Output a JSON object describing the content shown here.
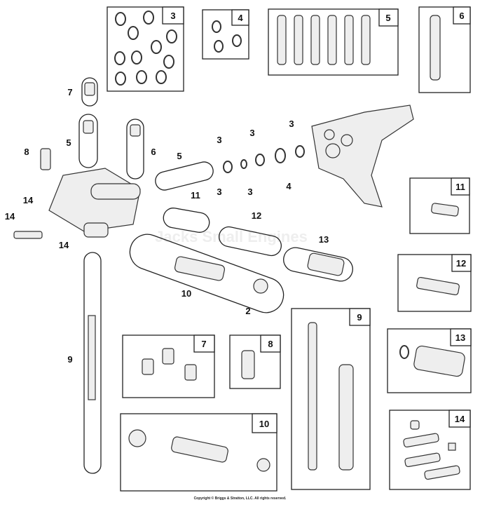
{
  "title": "",
  "copyright": "Copyright © Briggs & Stratton, LLC. All rights reserved.",
  "watermark": "Jacks Small Engines",
  "inset_boxes": [
    {
      "number": "3"
    },
    {
      "number": "4"
    },
    {
      "number": "5"
    },
    {
      "number": "6"
    },
    {
      "number": "11"
    },
    {
      "number": "12"
    },
    {
      "number": "13"
    },
    {
      "number": "14"
    },
    {
      "number": "9"
    },
    {
      "number": "7"
    },
    {
      "number": "8"
    },
    {
      "number": "10"
    }
  ],
  "callouts": [
    {
      "number": "7"
    },
    {
      "number": "5"
    },
    {
      "number": "8"
    },
    {
      "number": "6"
    },
    {
      "number": "14"
    },
    {
      "number": "14"
    },
    {
      "number": "14"
    },
    {
      "number": "9"
    },
    {
      "number": "5"
    },
    {
      "number": "11"
    },
    {
      "number": "12"
    },
    {
      "number": "13"
    },
    {
      "number": "10"
    },
    {
      "number": "2"
    },
    {
      "number": "3"
    },
    {
      "number": "3"
    },
    {
      "number": "3"
    },
    {
      "number": "3"
    },
    {
      "number": "3"
    },
    {
      "number": "4"
    }
  ]
}
